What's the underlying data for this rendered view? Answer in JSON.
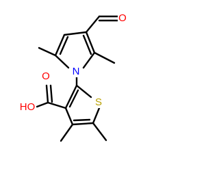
{
  "molecule": {
    "atoms": {
      "aldehyde_o": {
        "symbol": "O",
        "color": "#ff0000"
      },
      "pyrrole_n": {
        "symbol": "N",
        "color": "#0000ff"
      },
      "acid_oh": {
        "symbol": "HO",
        "color": "#ff0000"
      },
      "acid_o": {
        "symbol": "O",
        "color": "#ff0000"
      },
      "thiophene_s": {
        "symbol": "S",
        "color": "#b8a000"
      }
    },
    "colors": {
      "bond": "#000000",
      "oxygen": "#ff0000",
      "nitrogen": "#0000ff",
      "sulfur": "#b8a000"
    }
  }
}
